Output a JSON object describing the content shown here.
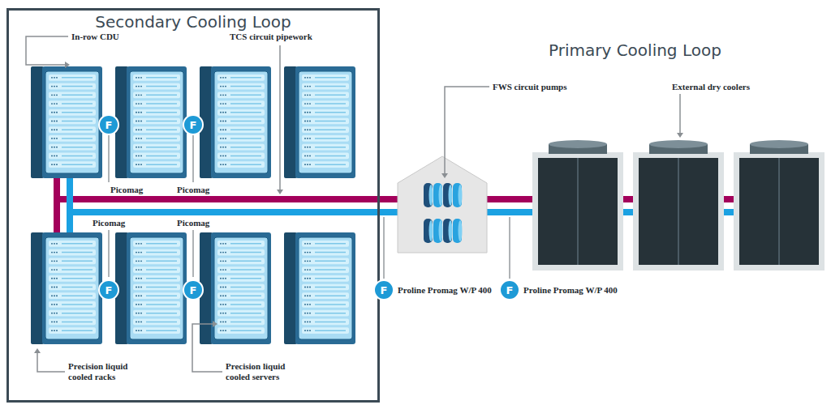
{
  "diagram": {
    "nodes": [
      {
        "text": [
          "Secondary Cooling Loop"
        ]
      },
      {
        "text": [
          "F"
        ],
        "in": 0
      },
      {
        "text": [
          "F"
        ],
        "in": 0
      },
      {
        "text": [
          "F"
        ],
        "in": 0
      },
      {
        "text": [
          "F"
        ],
        "in": 0
      },
      {
        "text": [
          "F"
        ]
      },
      {
        "text": [
          "F"
        ]
      }
    ],
    "labels": [
      "In-row CDU",
      "TCS circuit pipework",
      "Picomag",
      "Picomag",
      "Picomag",
      "Picomag",
      "Precision liquid cooled racks",
      "Precision liquid cooled servers",
      "Primary Cooling Loop",
      "FWS circuit pumps",
      "External dry coolers",
      "Proline Promag W/P 400",
      "Proline Promag W/P 400"
    ]
  }
}
